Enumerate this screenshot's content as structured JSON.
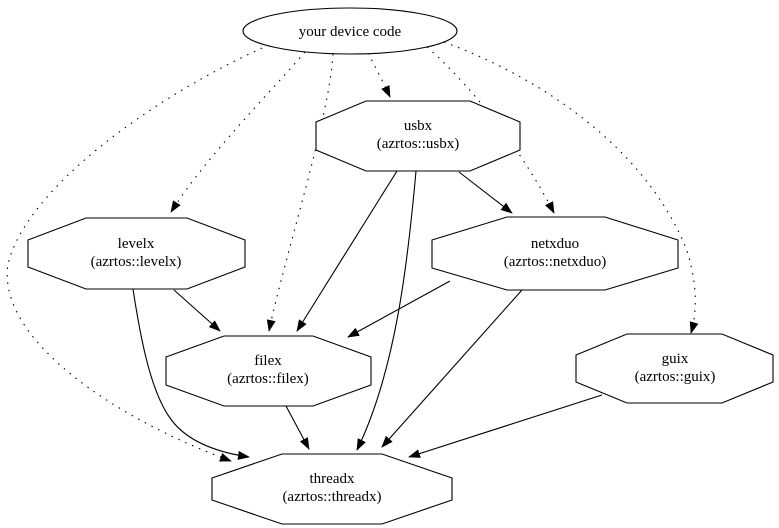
{
  "diagram": {
    "type": "dependency-graph",
    "background_color": "#ffffff",
    "node_fill_color": "#ffffff",
    "line_color": "#000000",
    "nodes": [
      {
        "id": "device_code",
        "label": "your device code",
        "sublabel": "",
        "shape": "ellipse"
      },
      {
        "id": "usbx",
        "label": "usbx",
        "sublabel": "(azrtos::usbx)",
        "shape": "octagon"
      },
      {
        "id": "levelx",
        "label": "levelx",
        "sublabel": "(azrtos::levelx)",
        "shape": "octagon"
      },
      {
        "id": "netxduo",
        "label": "netxduo",
        "sublabel": "(azrtos::netxduo)",
        "shape": "octagon"
      },
      {
        "id": "filex",
        "label": "filex",
        "sublabel": "(azrtos::filex)",
        "shape": "octagon"
      },
      {
        "id": "guix",
        "label": "guix",
        "sublabel": "(azrtos::guix)",
        "shape": "octagon"
      },
      {
        "id": "threadx",
        "label": "threadx",
        "sublabel": "(azrtos::threadx)",
        "shape": "octagon"
      }
    ],
    "edges": [
      {
        "from": "device_code",
        "to": "usbx",
        "style": "dotted"
      },
      {
        "from": "device_code",
        "to": "levelx",
        "style": "dotted"
      },
      {
        "from": "device_code",
        "to": "netxduo",
        "style": "dotted"
      },
      {
        "from": "device_code",
        "to": "filex",
        "style": "dotted"
      },
      {
        "from": "device_code",
        "to": "guix",
        "style": "dotted"
      },
      {
        "from": "device_code",
        "to": "threadx",
        "style": "dotted"
      },
      {
        "from": "usbx",
        "to": "netxduo",
        "style": "solid"
      },
      {
        "from": "usbx",
        "to": "filex",
        "style": "solid"
      },
      {
        "from": "usbx",
        "to": "threadx",
        "style": "solid"
      },
      {
        "from": "levelx",
        "to": "filex",
        "style": "solid"
      },
      {
        "from": "levelx",
        "to": "threadx",
        "style": "solid"
      },
      {
        "from": "netxduo",
        "to": "filex",
        "style": "solid"
      },
      {
        "from": "netxduo",
        "to": "threadx",
        "style": "solid"
      },
      {
        "from": "filex",
        "to": "threadx",
        "style": "solid"
      },
      {
        "from": "guix",
        "to": "threadx",
        "style": "solid"
      }
    ]
  }
}
